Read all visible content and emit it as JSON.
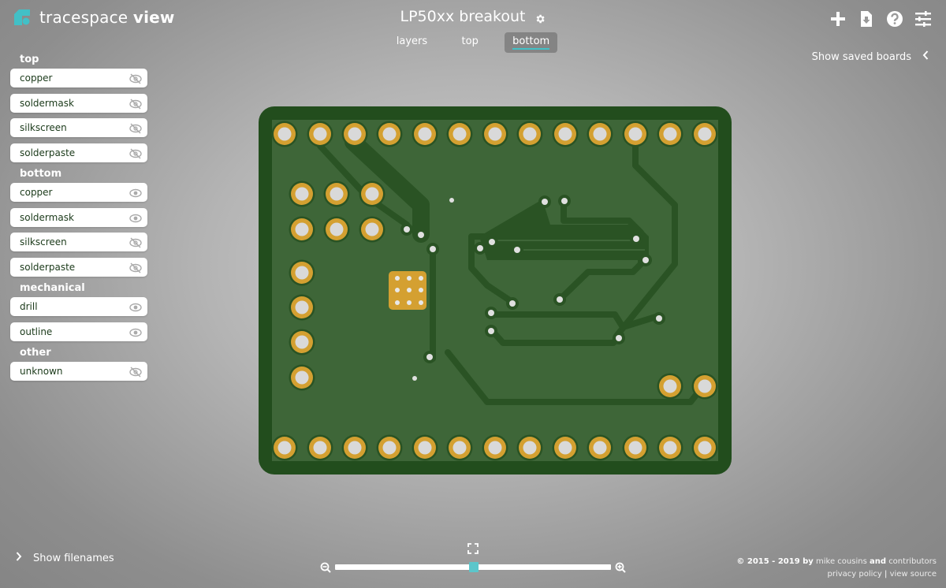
{
  "app": {
    "brand_light": "tracespace ",
    "brand_bold": "view",
    "accent_color": "#42c0c6"
  },
  "header": {
    "title": "LP50xx breakout",
    "tabs": [
      {
        "label": "layers",
        "active": false
      },
      {
        "label": "top",
        "active": false
      },
      {
        "label": "bottom",
        "active": true
      }
    ],
    "actions": [
      "add-icon",
      "download-icon",
      "help-icon",
      "settings-sliders-icon"
    ],
    "saved_boards_label": "Show saved boards"
  },
  "sidebar": {
    "groups": [
      {
        "label": "top",
        "layers": [
          {
            "name": "copper",
            "visible": false
          },
          {
            "name": "soldermask",
            "visible": false
          },
          {
            "name": "silkscreen",
            "visible": false
          },
          {
            "name": "solderpaste",
            "visible": false
          }
        ]
      },
      {
        "label": "bottom",
        "layers": [
          {
            "name": "copper",
            "visible": true
          },
          {
            "name": "soldermask",
            "visible": true
          },
          {
            "name": "silkscreen",
            "visible": false
          },
          {
            "name": "solderpaste",
            "visible": false
          }
        ]
      },
      {
        "label": "mechanical",
        "layers": [
          {
            "name": "drill",
            "visible": true
          },
          {
            "name": "outline",
            "visible": true
          }
        ]
      },
      {
        "label": "other",
        "layers": [
          {
            "name": "unknown",
            "visible": false
          }
        ]
      }
    ]
  },
  "footer": {
    "show_filenames_label": "Show filenames",
    "copyright": "© 2015 - 2019 by",
    "author": "mike cousins",
    "and": "and",
    "contributors": "contributors",
    "privacy": "privacy policy",
    "sep": "|",
    "source": "view source"
  },
  "zoom": {
    "slider_position_pct": 50
  },
  "board": {
    "substrate_color": "#224d1d",
    "mask_color": "#3e6638",
    "pad_color": "#d4a031",
    "hole_color": "#d9d9d9"
  }
}
